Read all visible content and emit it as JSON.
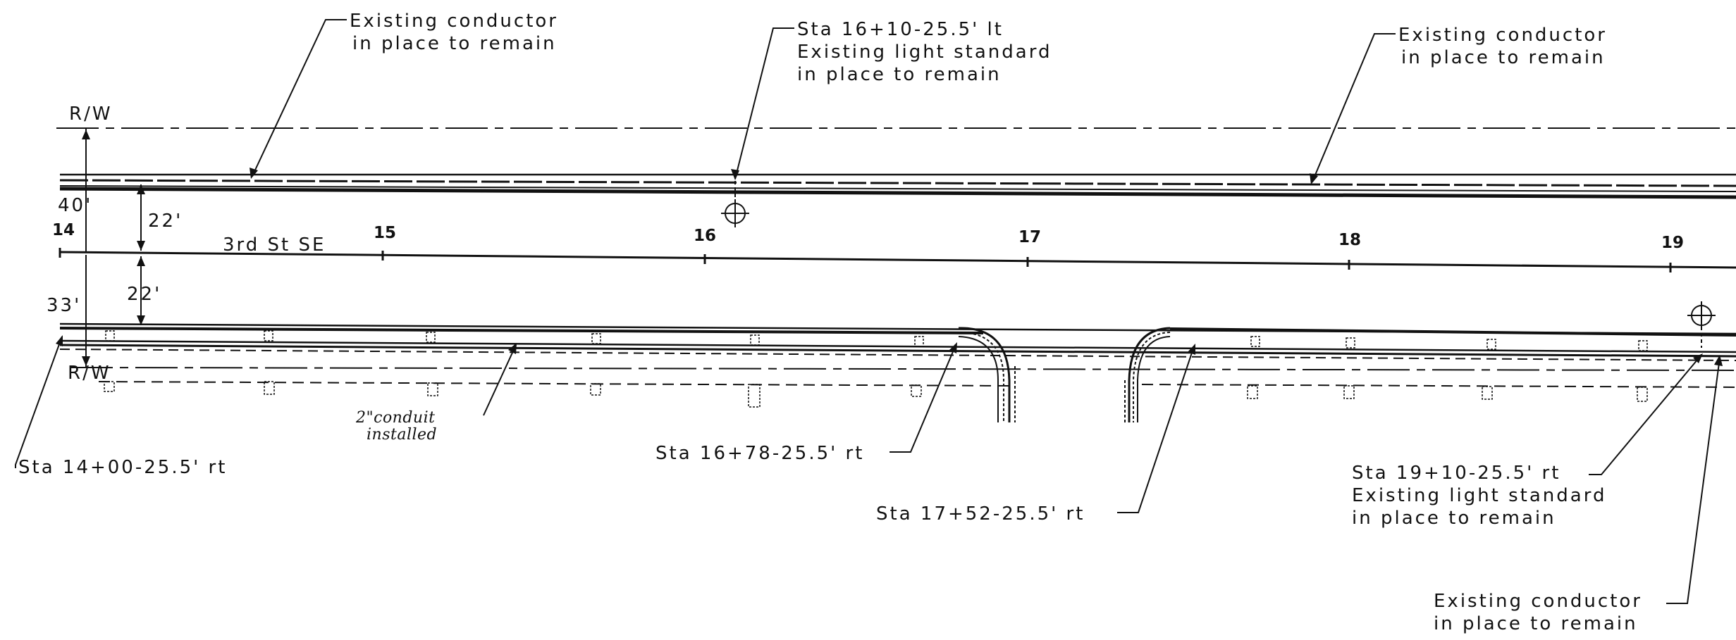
{
  "labels": {
    "existing_conductor_1": {
      "line1": "Existing conductor",
      "line2": "in place to remain"
    },
    "sta_16_10": {
      "line1": "Sta 16+10-25.5' lt",
      "line2": "Existing light standard",
      "line3": "in place to remain"
    },
    "existing_conductor_2": {
      "line1": "Existing conductor",
      "line2": "in place to remain"
    },
    "rw_top": "R/W",
    "rw_bottom": "R/W",
    "dim_40": "40'",
    "dim_22_top": "22'",
    "dim_22_bottom": "22'",
    "dim_33": "33'",
    "street_name": "3rd St SE",
    "conduit_note": {
      "line1": "2\"conduit",
      "line2": "installed"
    },
    "sta_14_00": "Sta 14+00-25.5' rt",
    "sta_16_78": "Sta 16+78-25.5' rt",
    "sta_17_52": "Sta 17+52-25.5' rt",
    "sta_19_10": {
      "line1": "Sta 19+10-25.5' rt",
      "line2": "Existing light standard",
      "line3": "in place to remain"
    },
    "existing_conductor_3": {
      "line1": "Existing conductor",
      "line2": "in place to remain"
    }
  },
  "stations": [
    "14",
    "15",
    "16",
    "17",
    "18",
    "19"
  ],
  "colors": {
    "ink": "#111111",
    "background": "#ffffff"
  }
}
